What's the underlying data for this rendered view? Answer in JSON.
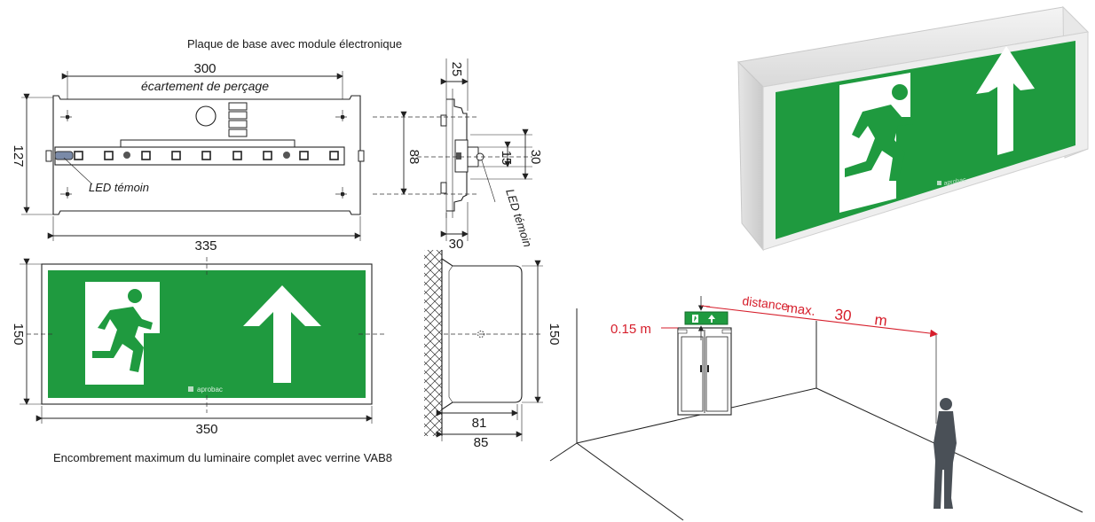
{
  "colors": {
    "sign_green": "#1f9a3f",
    "distance_red": "#d61e2b",
    "line": "#222222",
    "person": "#4a5057"
  },
  "base_plate": {
    "title": "Plaque de base avec module électronique",
    "dim_300": "300",
    "drilling_label": "écartement de perçage",
    "dim_127": "127",
    "dim_335": "335",
    "led_label": "LED témoin"
  },
  "side_view": {
    "dim_25": "25",
    "dim_88": "88",
    "dim_15": "15",
    "dim_30_right": "30",
    "dim_30_bottom": "30",
    "led_label": "LED témoin"
  },
  "front_view": {
    "dim_150": "150",
    "dim_350": "350",
    "brand": "aprobac",
    "caption": "Encombrement maximum du luminaire complet avec verrine VAB8"
  },
  "profile_view": {
    "dim_150": "150",
    "dim_81": "81",
    "dim_85": "85"
  },
  "product_photo": {
    "brand": "aprobac"
  },
  "room_diagram": {
    "distance_word": "distance",
    "max_word": "max.",
    "distance_value": "30",
    "distance_unit": "m",
    "height_label": "0.15 m"
  }
}
